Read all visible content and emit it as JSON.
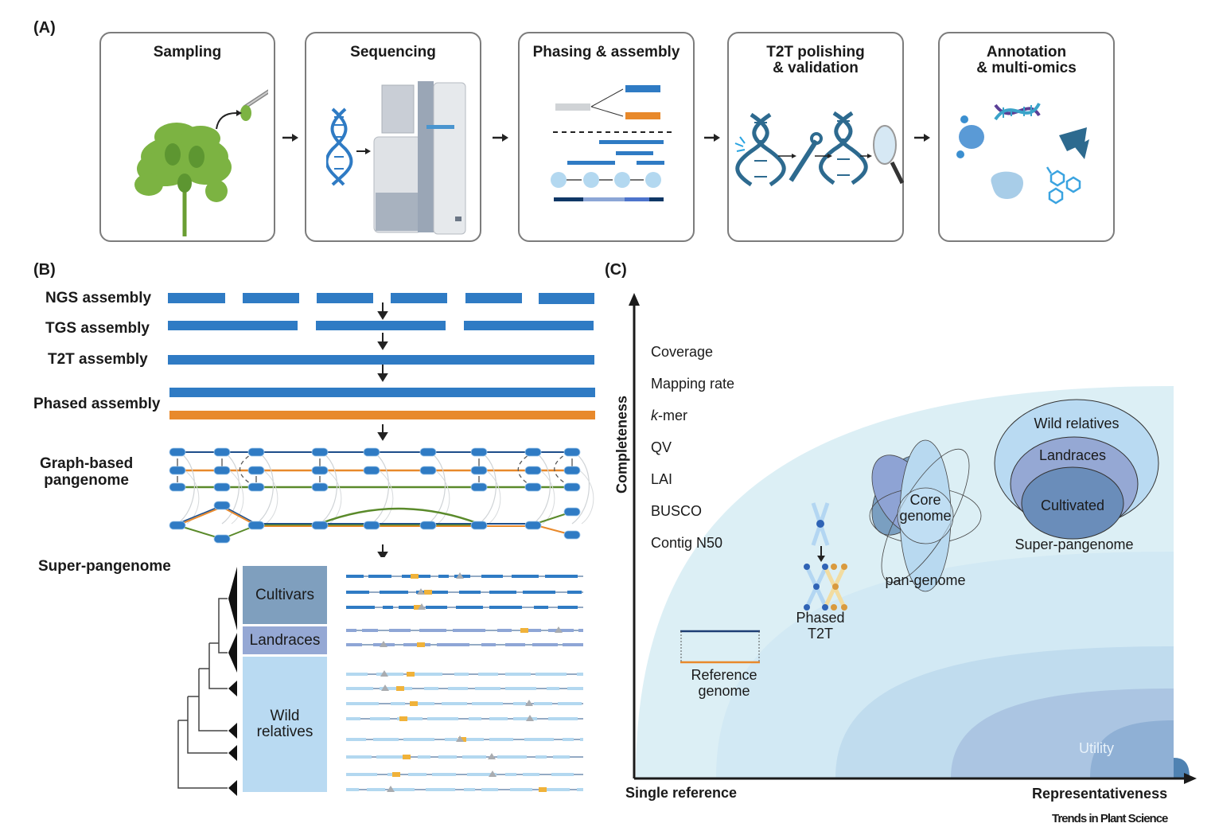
{
  "panels": {
    "a": "(A)",
    "b": "(B)",
    "c": "(C)"
  },
  "workflow": {
    "steps": [
      {
        "title": "Sampling",
        "icon": "plant-sampling-icon"
      },
      {
        "title": "Sequencing",
        "icon": "sequencer-icon"
      },
      {
        "title": "Phasing & assembly",
        "icon": "phasing-assembly-icon"
      },
      {
        "title": "T2T polishing\n& validation",
        "icon": "dna-polish-validate-icon"
      },
      {
        "title": "Annotation\n& multi-omics",
        "icon": "multi-omics-icon"
      }
    ]
  },
  "assembly_evolution": {
    "levels": [
      {
        "label": "NGS assembly",
        "segments": 6
      },
      {
        "label": "TGS assembly",
        "segments": 3
      },
      {
        "label": "T2T assembly",
        "segments": 1
      },
      {
        "label": "Phased assembly",
        "haplotypes": [
          "blue",
          "orange"
        ]
      },
      {
        "label": "Graph-based\npangenome"
      },
      {
        "label": "Super-pangenome"
      }
    ],
    "clades": [
      {
        "label": "Cultivars",
        "color": "#7f9fbe"
      },
      {
        "label": "Landraces",
        "color": "#95a8d4"
      },
      {
        "label": "Wild\nrelatives",
        "color": "#b9daf2"
      }
    ]
  },
  "completeness_chart": {
    "y_axis_label": "Completeness",
    "x_axis_start_label": "Single reference",
    "x_axis_end_label": "Representativeness",
    "metrics": [
      "Coverage",
      "Mapping rate",
      "k-mer",
      "QV",
      "LAI",
      "BUSCO",
      "Contig N50"
    ],
    "items": {
      "reference": "Reference\ngenome",
      "phased": "Phased\nT2T",
      "pangenome_core": "Core\ngenome",
      "pangenome": "pan-genome",
      "super_wild": "Wild relatives",
      "super_landraces": "Landraces",
      "super_cultivated": "Cultivated",
      "super": "Super-pangenome"
    },
    "utility_label": "Utility",
    "band_colors": [
      "#dceff5",
      "#d2e9f4",
      "#c0dcee",
      "#abc5e2",
      "#8fb0d5",
      "#4f82b2"
    ]
  },
  "colors": {
    "primary_blue": "#2f7bc4",
    "orange": "#e8892b",
    "green": "#5a8a2a",
    "dark_navy": "#1d3d74"
  },
  "footer": {
    "journal": "Trends in Plant Science"
  }
}
